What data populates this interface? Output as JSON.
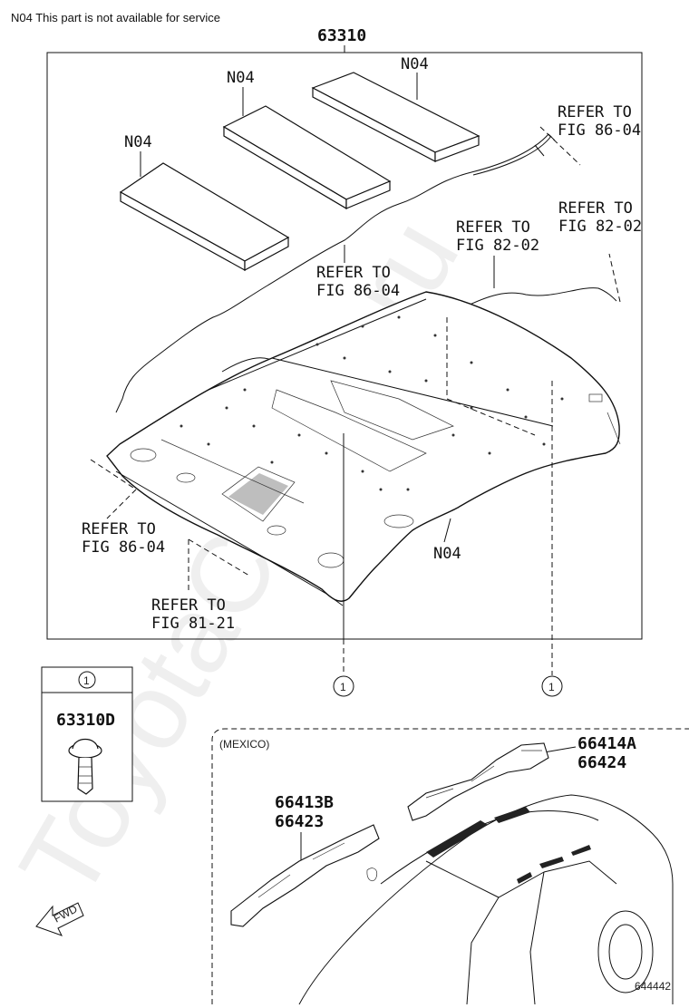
{
  "header_note": "N04 This part is not available for service",
  "main_part_number": "63310",
  "pad_labels": [
    "N04",
    "N04",
    "N04"
  ],
  "headliner_label": "N04",
  "refer_labels": [
    {
      "line1": "REFER TO",
      "line2": "FIG 86-04"
    },
    {
      "line1": "REFER TO",
      "line2": "FIG 82-02"
    },
    {
      "line1": "REFER TO",
      "line2": "FIG 82-02"
    },
    {
      "line1": "REFER TO",
      "line2": "FIG 86-04"
    },
    {
      "line1": "REFER TO",
      "line2": "FIG 86-04"
    },
    {
      "line1": "REFER TO",
      "line2": "FIG 81-21"
    }
  ],
  "callout_number": "1",
  "callout_box": {
    "index": "1",
    "part": "63310D"
  },
  "mexico_label": "(MEXICO)",
  "side_parts": {
    "right_a": "66414A",
    "right_b": "66424",
    "left_a": "66413B",
    "left_b": "66423"
  },
  "fwd_label": "FWD",
  "watermark": "ToyotaCamry.ru",
  "figure_number": "644442"
}
